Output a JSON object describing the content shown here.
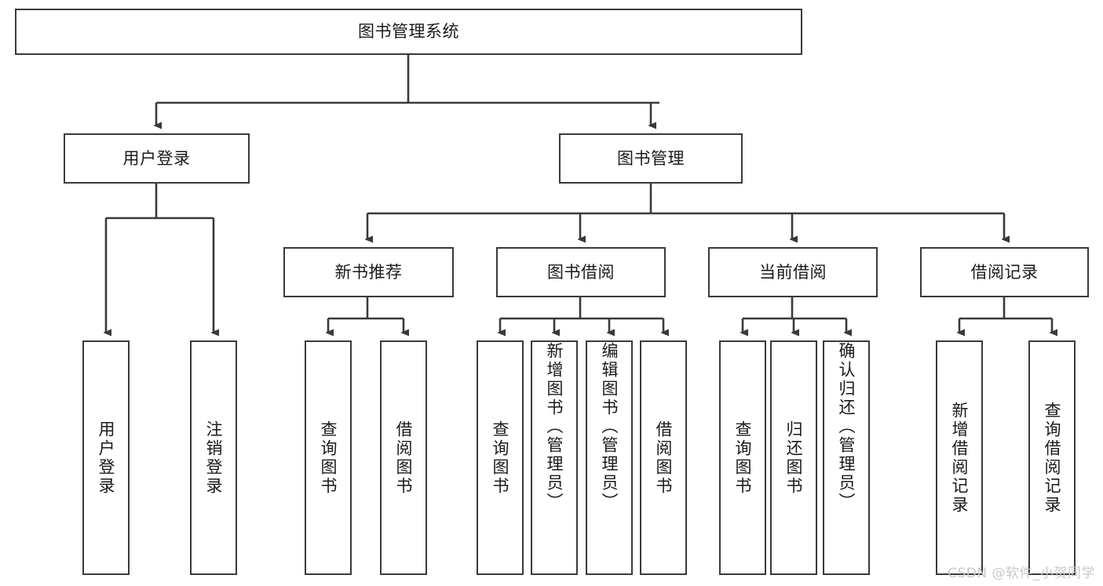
{
  "diagram": {
    "title": "图书管理系统",
    "type": "tree",
    "root": {
      "id": "root",
      "label": "图书管理系统",
      "orientation": "horizontal"
    },
    "level1": [
      {
        "id": "user-login",
        "label": "用户登录",
        "orientation": "horizontal"
      },
      {
        "id": "book-manage",
        "label": "图书管理",
        "orientation": "horizontal"
      }
    ],
    "level2": [
      {
        "id": "new-book-recommend",
        "label": "新书推荐",
        "parent": "book-manage",
        "orientation": "horizontal"
      },
      {
        "id": "book-borrow",
        "label": "图书借阅",
        "parent": "book-manage",
        "orientation": "horizontal"
      },
      {
        "id": "current-borrow",
        "label": "当前借阅",
        "parent": "book-manage",
        "orientation": "horizontal"
      },
      {
        "id": "borrow-record",
        "label": "借阅记录",
        "parent": "book-manage",
        "orientation": "horizontal"
      }
    ],
    "leaves": [
      {
        "id": "leaf-user-login",
        "label": "用户登录",
        "parent": "user-login",
        "orientation": "vertical"
      },
      {
        "id": "leaf-logout-login",
        "label": "注销登录",
        "parent": "user-login",
        "orientation": "vertical"
      },
      {
        "id": "leaf-query-book-1",
        "label": "查询图书",
        "parent": "new-book-recommend",
        "orientation": "vertical"
      },
      {
        "id": "leaf-borrow-book-1",
        "label": "借阅图书",
        "parent": "new-book-recommend",
        "orientation": "vertical"
      },
      {
        "id": "leaf-query-book-2",
        "label": "查询图书",
        "parent": "book-borrow",
        "orientation": "vertical"
      },
      {
        "id": "leaf-add-book",
        "label": "新增图书（管理员）",
        "parent": "book-borrow",
        "orientation": "vertical"
      },
      {
        "id": "leaf-edit-book",
        "label": "编辑图书（管理员）",
        "parent": "book-borrow",
        "orientation": "vertical"
      },
      {
        "id": "leaf-borrow-book-2",
        "label": "借阅图书",
        "parent": "book-borrow",
        "orientation": "vertical"
      },
      {
        "id": "leaf-query-book-3",
        "label": "查询图书",
        "parent": "current-borrow",
        "orientation": "vertical"
      },
      {
        "id": "leaf-return-book",
        "label": "归还图书",
        "parent": "current-borrow",
        "orientation": "vertical"
      },
      {
        "id": "leaf-confirm-return",
        "label": "确认归还（管理员）",
        "parent": "current-borrow",
        "orientation": "vertical"
      },
      {
        "id": "leaf-add-record",
        "label": "新增借阅记录",
        "parent": "borrow-record",
        "orientation": "vertical"
      },
      {
        "id": "leaf-query-record",
        "label": "查询借阅记录",
        "parent": "borrow-record",
        "orientation": "vertical"
      }
    ]
  },
  "watermark": {
    "text": "CSDN @软件_小贺同学"
  },
  "colors": {
    "stroke": "#3a3a3a",
    "background": "#ffffff",
    "text": "#1a1a1a",
    "watermark": "#c9c9c9"
  }
}
